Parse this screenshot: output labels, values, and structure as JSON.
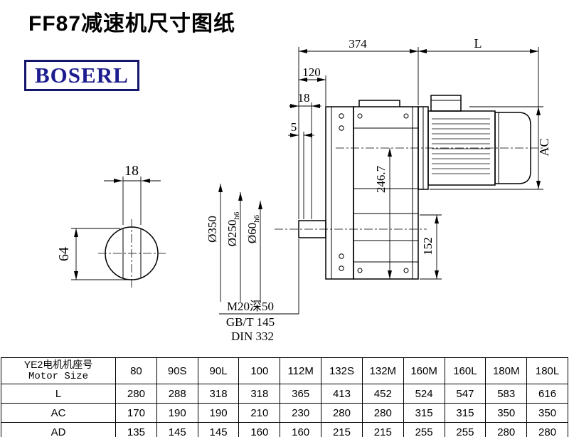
{
  "page": {
    "title": "FF87减速机尺寸图纸",
    "logo": "BOSERL"
  },
  "drawing": {
    "dim_374": "374",
    "dim_L": "L",
    "dim_120": "120",
    "dim_18": "18",
    "dim_5": "5",
    "dim_ac": "AC",
    "dim_246_7": "246.7",
    "dim_152": "152",
    "dia_350": "Ø350",
    "dia_250": "Ø250",
    "dia_250_tol": "h6",
    "dia_60": "Ø60",
    "dia_60_tol": "h6",
    "shaft_width_18": "18",
    "shaft_height_64": "64",
    "note_thread": "M20深50",
    "note_gb": "GB/T 145",
    "note_din": "DIN 332"
  },
  "table": {
    "header_line1": "YE2电机机座号",
    "header_line2": "Motor Size",
    "columns": [
      "80",
      "90S",
      "90L",
      "100",
      "112M",
      "132S",
      "132M",
      "160M",
      "160L",
      "180M",
      "180L"
    ],
    "rows": [
      {
        "label": "L",
        "values": [
          "280",
          "288",
          "318",
          "318",
          "365",
          "413",
          "452",
          "524",
          "547",
          "583",
          "616"
        ]
      },
      {
        "label": "AC",
        "values": [
          "170",
          "190",
          "190",
          "210",
          "230",
          "280",
          "280",
          "315",
          "315",
          "350",
          "350"
        ]
      },
      {
        "label": "AD",
        "values": [
          "135",
          "145",
          "145",
          "160",
          "160",
          "215",
          "215",
          "255",
          "255",
          "280",
          "280"
        ]
      }
    ]
  }
}
